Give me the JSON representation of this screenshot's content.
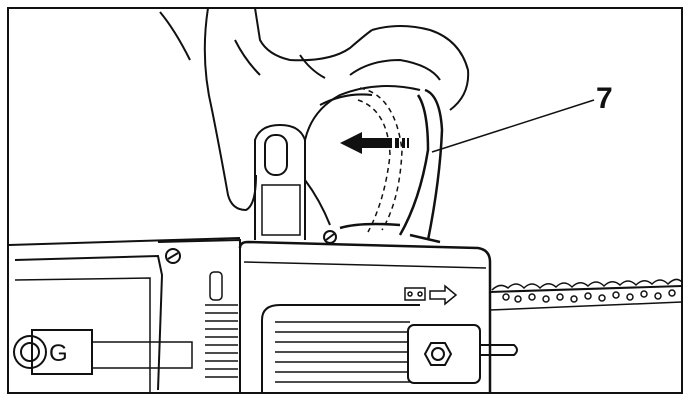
{
  "callout": {
    "number": "7"
  },
  "label_box": {
    "letter": "G"
  },
  "colors": {
    "line": "#111111",
    "background": "#ffffff"
  },
  "icons": {
    "arrow": "push-direction-arrow",
    "chain": "chain-direction-icon"
  }
}
